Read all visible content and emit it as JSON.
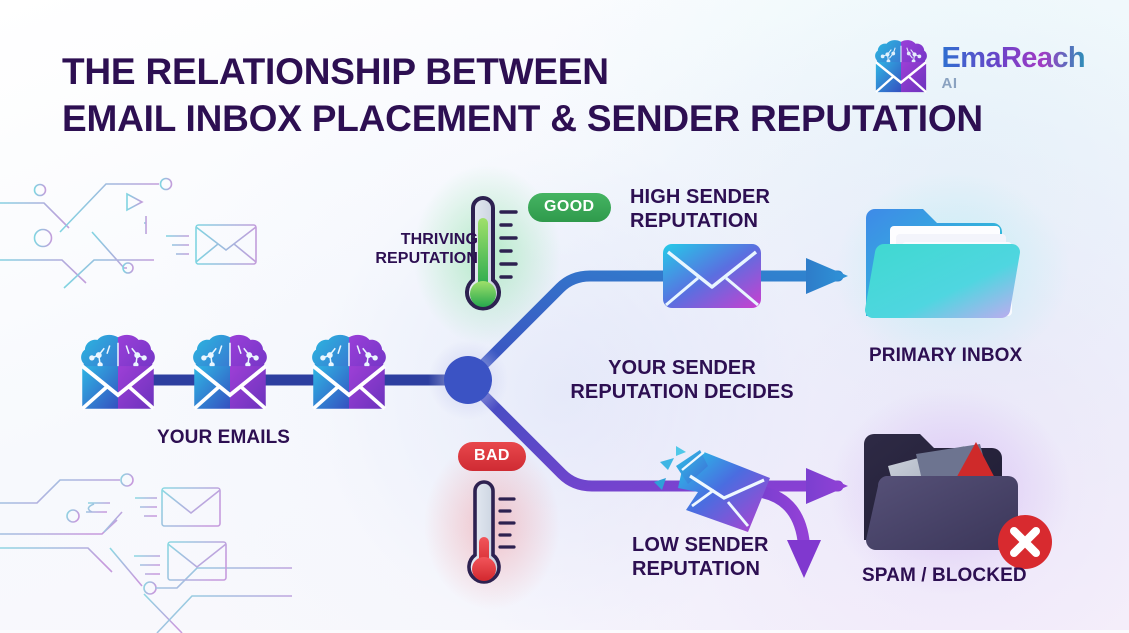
{
  "title": {
    "line1": "THE RELATIONSHIP BETWEEN",
    "line2": "EMAIL INBOX PLACEMENT & SENDER REPUTATION"
  },
  "logo": {
    "name": "EmaReach",
    "sub": "AI",
    "icon": "brain-envelope-icon"
  },
  "labels": {
    "your_emails": "YOUR EMAILS",
    "thriving_reputation": "THRIVING\nREPUTATION",
    "thriving_reputation_l1": "THRIVING",
    "thriving_reputation_l2": "REPUTATION",
    "high_sender_l1": "HIGH SENDER",
    "high_sender_l2": "REPUTATION",
    "decides_l1": "YOUR SENDER",
    "decides_l2": "REPUTATION DECIDES",
    "low_sender_l1": "LOW SENDER",
    "low_sender_l2": "REPUTATION",
    "primary_inbox": "PRIMARY INBOX",
    "spam_blocked": "SPAM / BLOCKED"
  },
  "badges": {
    "good": "GOOD",
    "bad": "BAD"
  },
  "colors": {
    "title": "#2d0f52",
    "background": "#fbfbfd",
    "good_green": "#3aa855",
    "bad_red": "#d93a3f",
    "node_blue": "#3b53c4",
    "branch_top": "#2f7fd0",
    "branch_bottom": "#8b3fd4",
    "envelope_gradient_start": "#24c8e8",
    "envelope_gradient_end": "#c43fd0",
    "folder_primary": "#2ad6d6",
    "folder_spam": "#3a3553",
    "logo_gradient_start": "#2f6fd0",
    "logo_gradient_end": "#a23bc4"
  },
  "flow": {
    "emails_count": 3,
    "branches": [
      {
        "id": "good",
        "badge": "GOOD",
        "thermometer": "high",
        "outcome": "PRIMARY INBOX"
      },
      {
        "id": "bad",
        "badge": "BAD",
        "thermometer": "low",
        "outcome": "SPAM / BLOCKED"
      }
    ]
  },
  "icons": {
    "thermometer_good": "thermometer-high-icon",
    "thermometer_bad": "thermometer-low-icon",
    "envelope_intact": "envelope-icon",
    "envelope_broken": "broken-envelope-icon",
    "folder_open": "open-folder-icon",
    "folder_spam": "spam-folder-icon",
    "error_badge": "red-x-circle-icon",
    "junction": "junction-node-icon"
  }
}
